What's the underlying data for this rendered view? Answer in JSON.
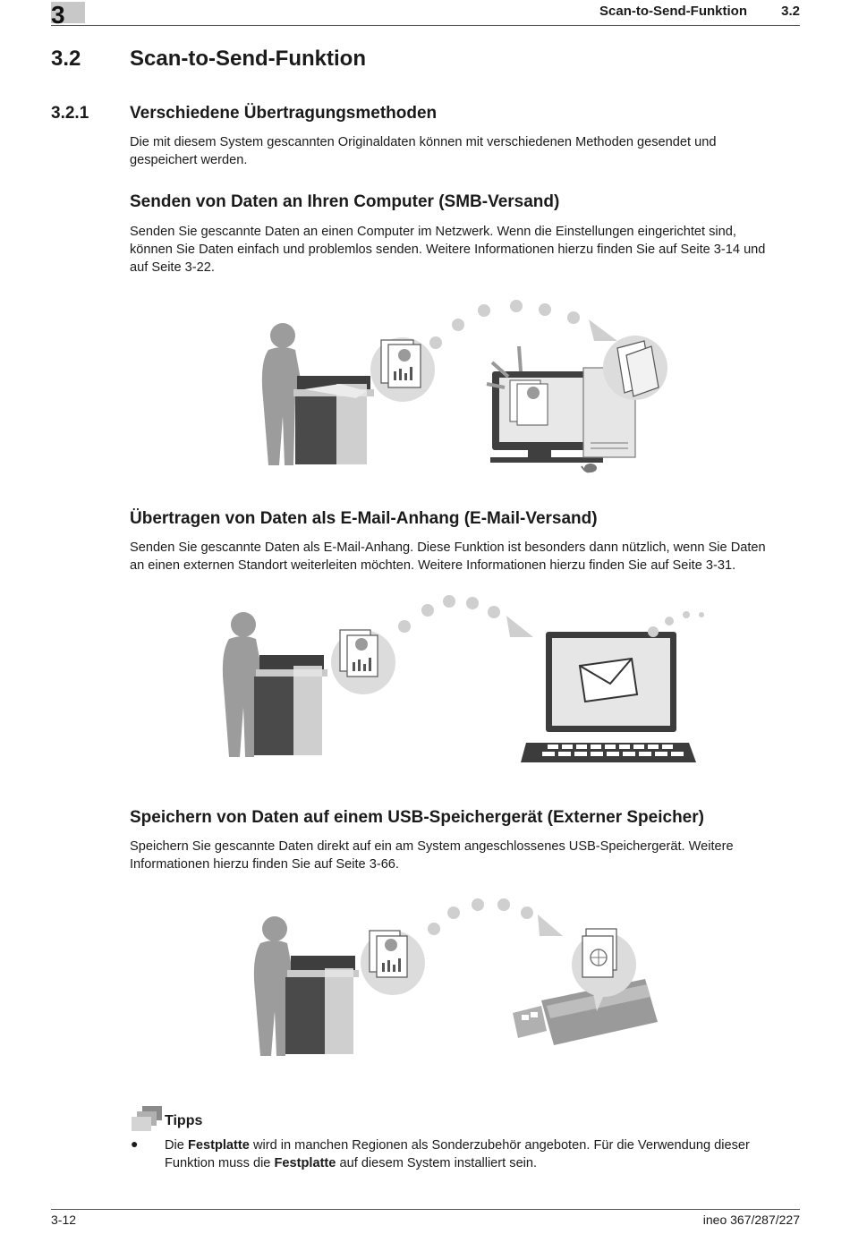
{
  "header": {
    "chapter_number": "3",
    "title": "Scan-to-Send-Funktion",
    "section": "3.2"
  },
  "section": {
    "number": "3.2",
    "title": "Scan-to-Send-Funktion"
  },
  "subsection": {
    "number": "3.2.1",
    "title": "Verschiedene Übertragungsmethoden",
    "intro": [
      "Die mit diesem System gescannten Originaldaten können mit verschiedenen Methoden gesendet und",
      "gespeichert werden."
    ]
  },
  "methods": [
    {
      "title": "Senden von Daten an Ihren Computer (SMB-Versand)",
      "text": [
        "Senden Sie gescannte Daten an einen Computer im Netzwerk. Wenn die Einstellungen eingerichtet sind,",
        "können Sie Daten einfach und problemlos senden. Weitere Informationen hierzu finden Sie auf Seite 3-14 und",
        "auf Seite 3-22."
      ]
    },
    {
      "title": "Übertragen von Daten als E-Mail-Anhang (E-Mail-Versand)",
      "text": [
        "Senden Sie gescannte Daten als E-Mail-Anhang. Diese Funktion ist besonders dann nützlich, wenn Sie Daten",
        "an einen externen Standort weiterleiten möchten. Weitere Informationen hierzu finden Sie auf Seite 3-31."
      ]
    },
    {
      "title": "Speichern von Daten auf einem USB-Speichergerät (Externer Speicher)",
      "text": [
        "Speichern Sie gescannte Daten direkt auf ein am System angeschlossenes USB-Speichergerät. Weitere",
        "Informationen hierzu finden Sie auf Seite 3-66."
      ]
    }
  ],
  "tips": {
    "title": "Tipps",
    "bullet": "●",
    "line1": {
      "a": "Die ",
      "b": "Festplatte",
      "c": " wird in manchen Regionen als Sonderzubehör angeboten. Für die Verwendung dieser"
    },
    "line2": {
      "a": "Funktion muss die ",
      "b": "Festplatte",
      "c": " auf diesem System installiert sein."
    }
  },
  "footer": {
    "page": "3-12",
    "model": "ineo 367/287/227"
  },
  "colors": {
    "illustration_gray": "#9a9a9a",
    "illustration_dark": "#4a4a4a",
    "bubble_gray": "#dcdcdc"
  }
}
